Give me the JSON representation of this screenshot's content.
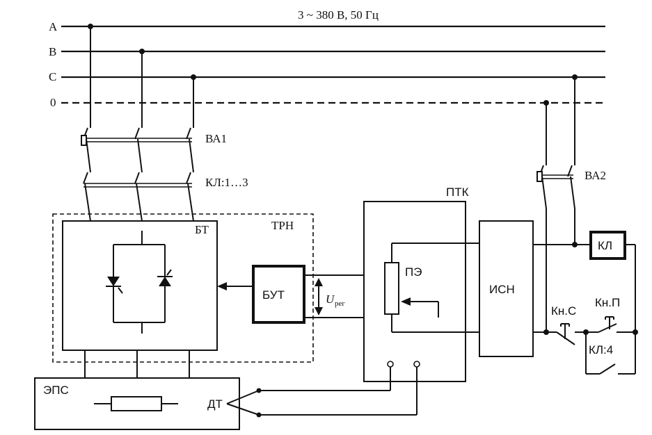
{
  "supply": {
    "title": "3 ~ 380 В, 50 Гц",
    "phases": [
      "A",
      "B",
      "C",
      "0"
    ]
  },
  "labels": {
    "breaker1": "ВА1",
    "contactor_main": "КЛ:1…3",
    "thyristor_block": "БТ",
    "regulator": "ТРН",
    "control_unit": "БУТ",
    "voltage_symbol": "U",
    "voltage_sub": "рег",
    "ptk": "ПТК",
    "pe": "ПЭ",
    "isn": "ИСН",
    "breaker2": "ВА2",
    "coil": "КЛ",
    "btn_stop": "Кн.С",
    "btn_start": "Кн.П",
    "contact_kl4": "КЛ:4",
    "heater": "ЭПС",
    "sensor": "ДТ"
  }
}
